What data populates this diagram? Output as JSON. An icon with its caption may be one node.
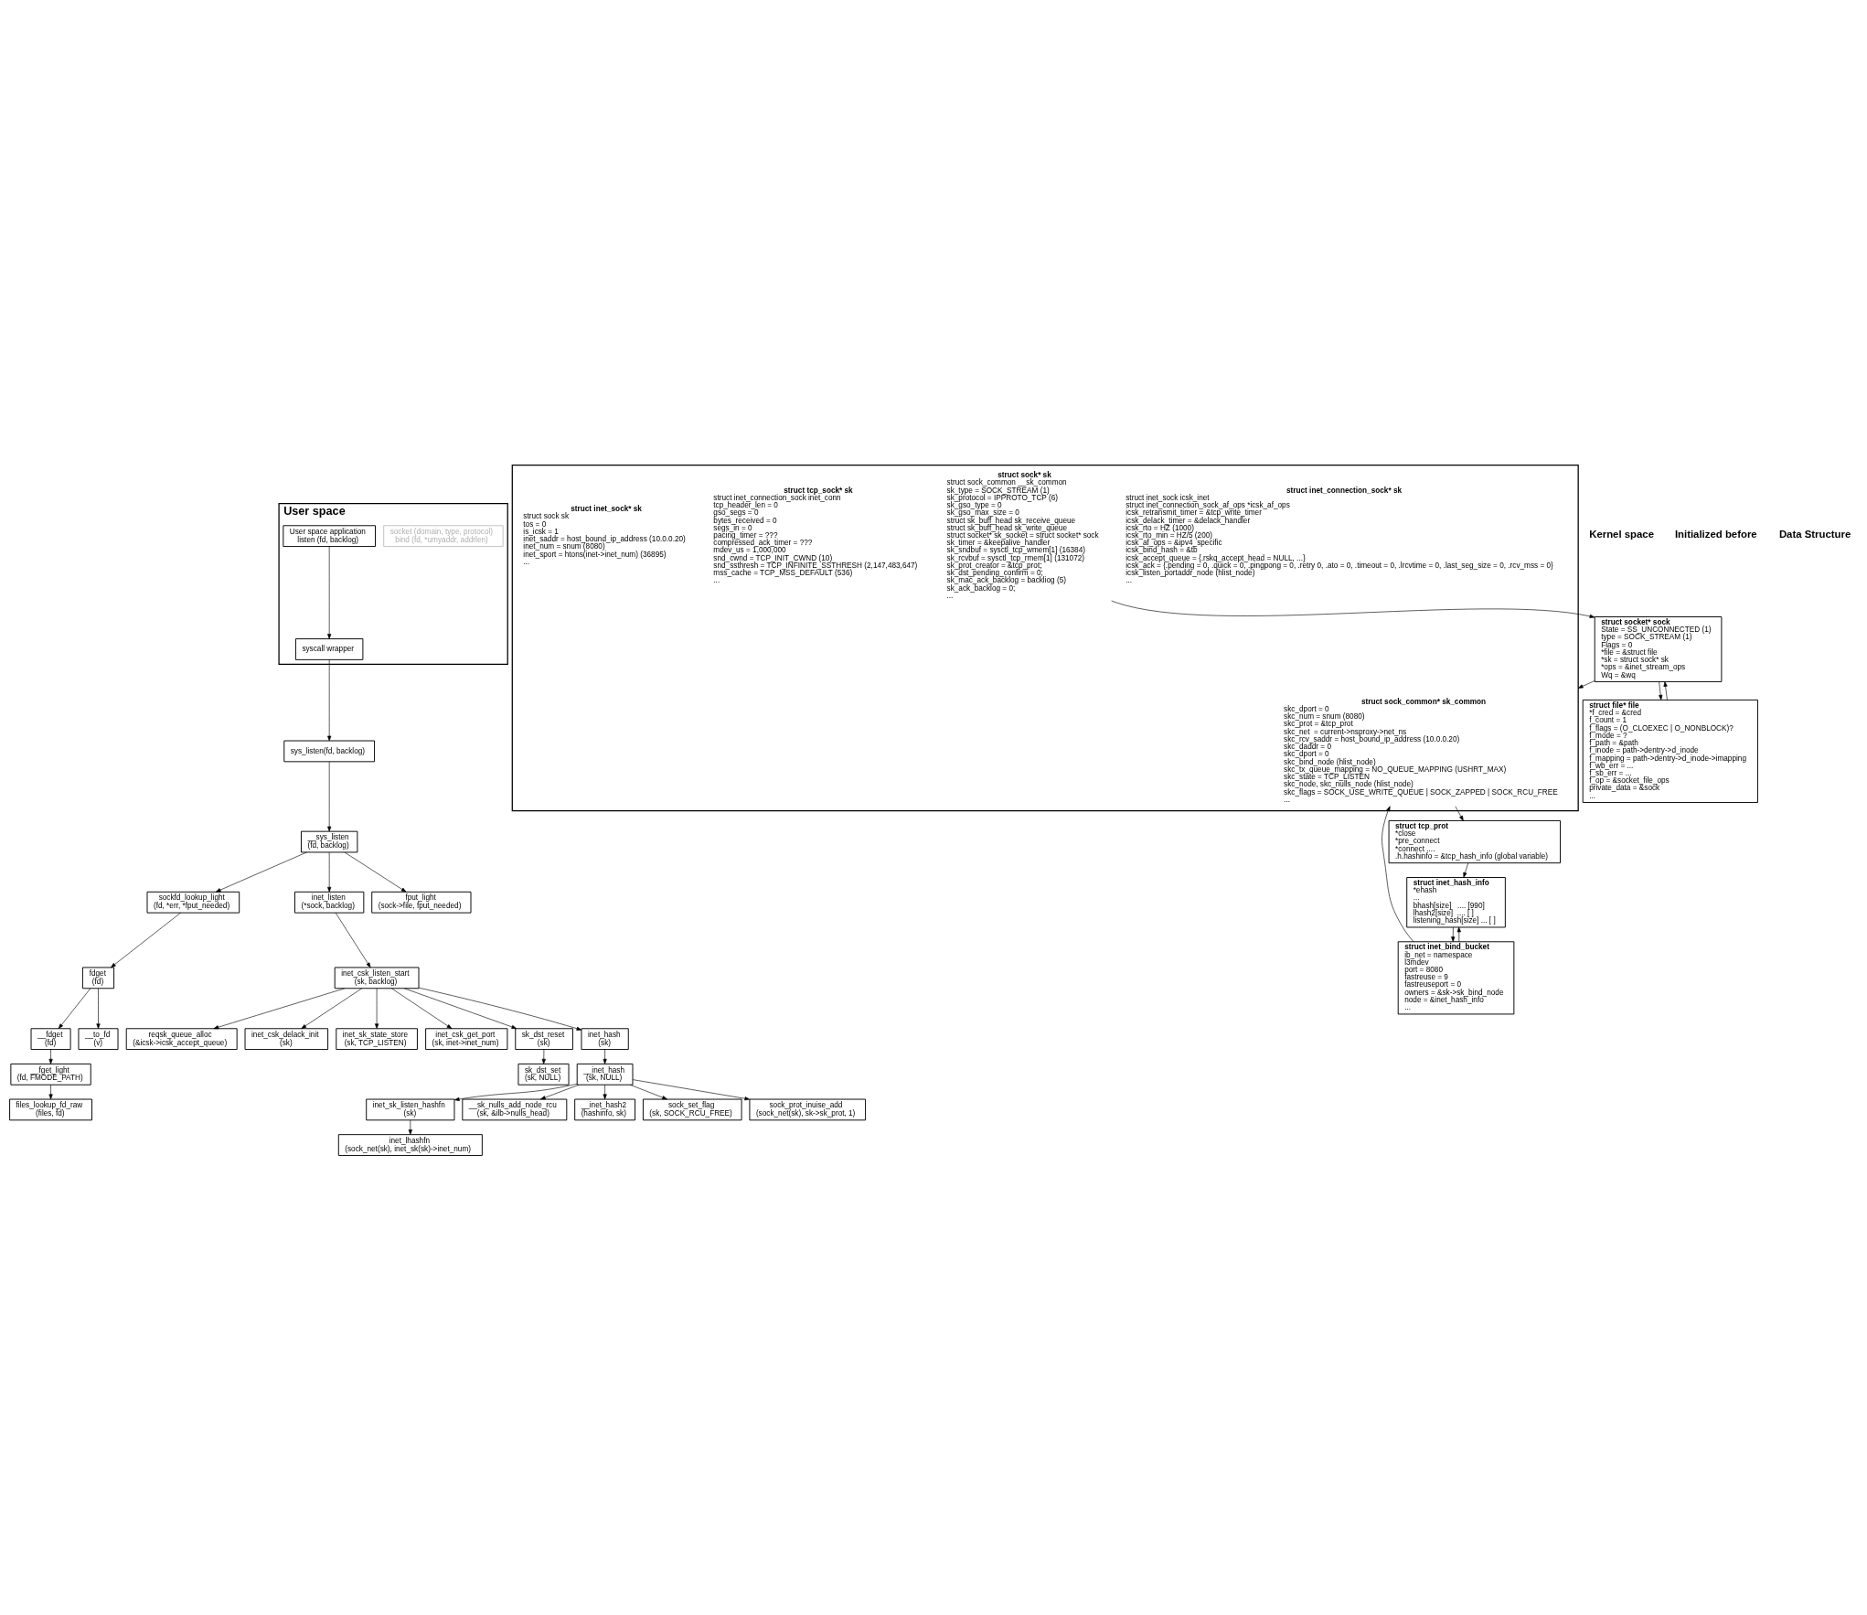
{
  "diagram": {
    "nodes": [
      {
        "text": [
          "User space"
        ]
      },
      {
        "text": [
          "socket (domain, type, protocol)",
          "bind (fd, *umyaddr, addrlen)"
        ],
        "in": 0
      },
      {
        "text": [
          "User space application",
          "listen (fd, backlog)"
        ],
        "in": 0
      },
      {
        "text": [
          "syscall wrapper"
        ],
        "in": 0
      },
      {
        "text": [
          "sys_listen(fd, backlog)"
        ]
      },
      {
        "text": [
          "__sys_listen",
          "(fd, backlog)"
        ]
      },
      {
        "text": [
          "sockfd_lookup_light",
          "(fd, *err, *fput_needed)"
        ]
      },
      {
        "text": [
          "fdget",
          "(fd)"
        ]
      },
      {
        "text": [
          "__fdget",
          "(fd)"
        ]
      },
      {
        "text": [
          "__fget_light",
          "(fd, FMODE_PATH)"
        ]
      },
      {
        "text": [
          "files_lookup_fd_raw",
          "(files, fd)"
        ]
      },
      {
        "text": [
          "__to_fd",
          "(v)"
        ]
      },
      {
        "text": [
          "inet_listen",
          "(*sock, backlog)"
        ]
      },
      {
        "text": [
          "fput_light",
          "(sock->file, fput_needed)"
        ]
      },
      {
        "text": [
          "inet_csk_listen_start",
          "(sk, backlog)"
        ]
      },
      {
        "text": [
          "reqsk_queue_alloc",
          "(&icsk->icsk_accept_queue)"
        ]
      },
      {
        "text": [
          "inet_csk_delack_init",
          "(sk)"
        ]
      },
      {
        "text": [
          "inet_sk_state_store",
          "(sk, TCP_LISTEN)"
        ]
      },
      {
        "text": [
          "inet_csk_get_port",
          "(sk, inet->inet_num)"
        ]
      },
      {
        "text": [
          "sk_dst_reset",
          "(sk)"
        ]
      },
      {
        "text": [
          "sk_dst_set",
          "(sk, NULL)"
        ]
      },
      {
        "text": [
          "inet_hash",
          "(sk)"
        ]
      },
      {
        "text": [
          "__inet_hash",
          "(sk, NULL)"
        ]
      },
      {
        "text": [
          "inet_sk_listen_hashfn",
          "(sk)"
        ]
      },
      {
        "text": [
          "inet_lhashfn",
          "(sock_net(sk), inet_sk(sk)->inet_num)"
        ]
      },
      {
        "text": [
          "__sk_nulls_add_node_rcu",
          "(sk, &ilb->nulls_head)"
        ]
      },
      {
        "text": [
          "__inet_hash2",
          "(hashinfo, sk)"
        ]
      },
      {
        "text": [
          "sock_set_flag",
          "(sk, SOCK_RCU_FREE)"
        ]
      },
      {
        "text": [
          "sock_prot_inuise_add",
          "(sock_net(sk), sk->sk_prot, 1)"
        ]
      },
      {
        "text": [
          "struct socket* sock",
          "State = SS_UNCONNECTED (1)",
          "type = SOCK_STREAM (1)",
          "Flags = 0",
          "*file = &struct file",
          "*sk = struct sock* sk",
          "*ops = &inet_stream_ops",
          "Wq = &wq"
        ]
      },
      {
        "text": [
          "struct tcp_prot",
          "*close",
          "*pre_connect",
          "*connect ....",
          ".h.hashinfo = &tcp_hash_info (global variable)"
        ]
      },
      {
        "text": [
          "struct inet_hash_info",
          "*ehash",
          "...",
          "bhash[size]   .... [990]",
          "lhash2[size]  .... [ ]",
          "listening_hash[size] ... [ ]"
        ]
      },
      {
        "text": [
          "struct inet_bind_bucket",
          "ib_net = namespace",
          "l3mdev",
          "port = 8080",
          "fastreuse = 9",
          "fastreuseport = 0",
          "owners = &sk->sk_bind_node",
          "node = &inet_hash_info",
          "..."
        ]
      },
      {
        "text": [],
        "shape": "box"
      },
      {
        "text": [
          "struct sock_common* sk_common",
          "skc_dport = 0",
          "skc_num = snum (8080)",
          "skc_prot = &tcp_prot",
          "skc_net  = current->nsproxy->net_ns",
          "skc_rcv_saddr = host_bound_ip_address (10.0.0.20)",
          "skc_daddr = 0",
          "skc_dport = 0",
          "skc_bind_node (hlist_node)",
          "skc_tx_queue_mapping = NO_QUEUE_MAPPING (USHRT_MAX)",
          "skc_state = TCP_LISTEN",
          "skc_node, skc_nulls_node (hlist_node)",
          "skc_flags = SOCK_USE_WRITE_QUEUE | SOCK_ZAPPED | SOCK_RCU_FREE",
          "..."
        ],
        "in": 33
      },
      {
        "text": [
          "struct inet_connection_sock* sk",
          "struct inet_sock icsk_inet",
          "struct inet_connection_sock_af_ops *icsk_af_ops",
          "icsk_retransmit_timer = &tcp_write_timer",
          "icsk_delack_timer = &delack_handler",
          "icsk_rto = HZ (1000)",
          "icsk_rto_min = HZ/5 (200)",
          "icsk_af_ops = &ipv4_specific",
          "icsk_bind_hash = &tb",
          "icsk_accept_queue = {.rskq_accept_head = NULL, ...}",
          "icsk_ack = {.pending = 0, .quick = 0, .pingpong = 0, .retry 0, .ato = 0, .timeout = 0, .lrcvtime = 0, .last_seg_size = 0, .rcv_mss = 0}",
          "icsk_listen_portaddr_node (hlist_node)",
          "..."
        ],
        "in": 33
      },
      {
        "text": [
          "struct sock* sk",
          "struct sock_common __sk_common",
          "sk_type = SOCK_STREAM (1)",
          "sk_protocol = IPPROTO_TCP (6)",
          "sk_gso_type = 0",
          "sk_gso_max_size = 0",
          "struct sk_buff_head sk_receive_queue",
          "struct sk_buff_head sk_write_queue",
          "struct socket* sk_socket = struct socket* sock",
          "sk_timer = &keepalive_handler",
          "sk_sndbuf = sysctl_tcp_wmem[1] (16384)",
          "sk_rcvbuf = sysctl_tcp_rmem[1] (131072)",
          "sk_prot_creator = &tcp_prot;",
          "sk_dst_pending_confirm = 0;",
          "sk_mac_ack_backlog = backliog (5)",
          "sk_ack_backlog = 0;",
          "..."
        ],
        "in": 33
      },
      {
        "text": [
          "struct tcp_sock* sk",
          "struct inet_connection_sock inet_conn",
          "tcp_header_len = 0",
          "gso_segs = 0",
          "bytes_received = 0",
          "segs_in = 0",
          "pacing_timer = ???",
          "compressed_ack_timer = ???",
          "mdev_us = 1,000,000",
          "snd_cwnd = TCP_INIT_CWND (10)",
          "snd_ssthresh = TCP_INFINITE_SSTHRESH (2,147,483,647)",
          "mss_cache = TCP_MSS_DEFAULT (536)",
          "..."
        ],
        "in": 33
      },
      {
        "text": [
          "struct inet_sock* sk",
          "struct sock sk",
          "tos = 0",
          "is_icsk = 1",
          "inet_saddr = host_bound_ip_address (10.0.0.20)",
          "inet_num = snum (8080)",
          "inet_sport = htons(inet->inet_num) (36895)",
          "..."
        ],
        "in": 33
      },
      {
        "text": [
          "struct file* file",
          "*f_cred = &cred",
          "f_count = 1",
          "f_flags = (O_CLOEXEC | O_NONBLOCK)?",
          "f_mode = ?",
          "f_path = &path",
          "f_inode = path->dentry->d_inode",
          "f_mapping = path->dentry->d_inode->imapping",
          "f_wb_err = ...",
          "f_sb_err = ...",
          "f_op = &socket_file_ops",
          "private_data = &sock",
          "..."
        ]
      }
    ],
    "edges": [
      {
        "from": 2,
        "to": 3,
        "arrow": "to"
      },
      {
        "from": 3,
        "to": 4,
        "arrow": "to"
      },
      {
        "from": 4,
        "to": 5,
        "arrow": "to"
      },
      {
        "from": 5,
        "to": 6,
        "arrow": "to"
      },
      {
        "from": 6,
        "to": 7,
        "arrow": "to"
      },
      {
        "from": 7,
        "to": 8,
        "arrow": "to"
      },
      {
        "from": 7,
        "to": 11,
        "arrow": "to"
      },
      {
        "from": 8,
        "to": 9,
        "arrow": "to"
      },
      {
        "from": 9,
        "to": 10,
        "arrow": "to"
      },
      {
        "from": 5,
        "to": 12,
        "arrow": "to"
      },
      {
        "from": 5,
        "to": 13,
        "arrow": "to"
      },
      {
        "from": 12,
        "to": 14,
        "arrow": "to"
      },
      {
        "from": 14,
        "to": 15,
        "arrow": "to"
      },
      {
        "from": 14,
        "to": 16,
        "arrow": "to"
      },
      {
        "from": 14,
        "to": 17,
        "arrow": "to"
      },
      {
        "from": 14,
        "to": 18,
        "arrow": "to"
      },
      {
        "from": 14,
        "to": 19,
        "arrow": "to"
      },
      {
        "from": 19,
        "to": 20,
        "arrow": "to"
      },
      {
        "from": 14,
        "to": 21,
        "arrow": "to"
      },
      {
        "from": 21,
        "to": 22,
        "arrow": "to"
      },
      {
        "from": 22,
        "to": 23,
        "arrow": "to"
      },
      {
        "from": 23,
        "to": 24,
        "arrow": "to"
      },
      {
        "from": 22,
        "to": 25,
        "arrow": "to"
      },
      {
        "from": 22,
        "to": 26,
        "arrow": "to"
      },
      {
        "from": 22,
        "to": 27,
        "arrow": "to"
      },
      {
        "from": 22,
        "to": 28,
        "arrow": "to"
      },
      {
        "from": 29,
        "to": 39,
        "arrow": "to"
      },
      {
        "from": 39,
        "to": 29,
        "arrow": "to"
      },
      {
        "from": 29,
        "to": 33,
        "arrow": "to"
      },
      {
        "from": 34,
        "to": 30,
        "arrow": "to"
      },
      {
        "from": 36,
        "to": 29,
        "arrow": "to"
      },
      {
        "from": 30,
        "to": 31,
        "arrow": "to"
      },
      {
        "from": 31,
        "to": 32,
        "arrow": "to"
      },
      {
        "from": 32,
        "to": 31,
        "arrow": "to"
      },
      {
        "from": 32,
        "to": 34,
        "arrow": "to"
      }
    ],
    "labels": [
      "Kernel space",
      "Initialized before",
      "Data Structure"
    ]
  }
}
